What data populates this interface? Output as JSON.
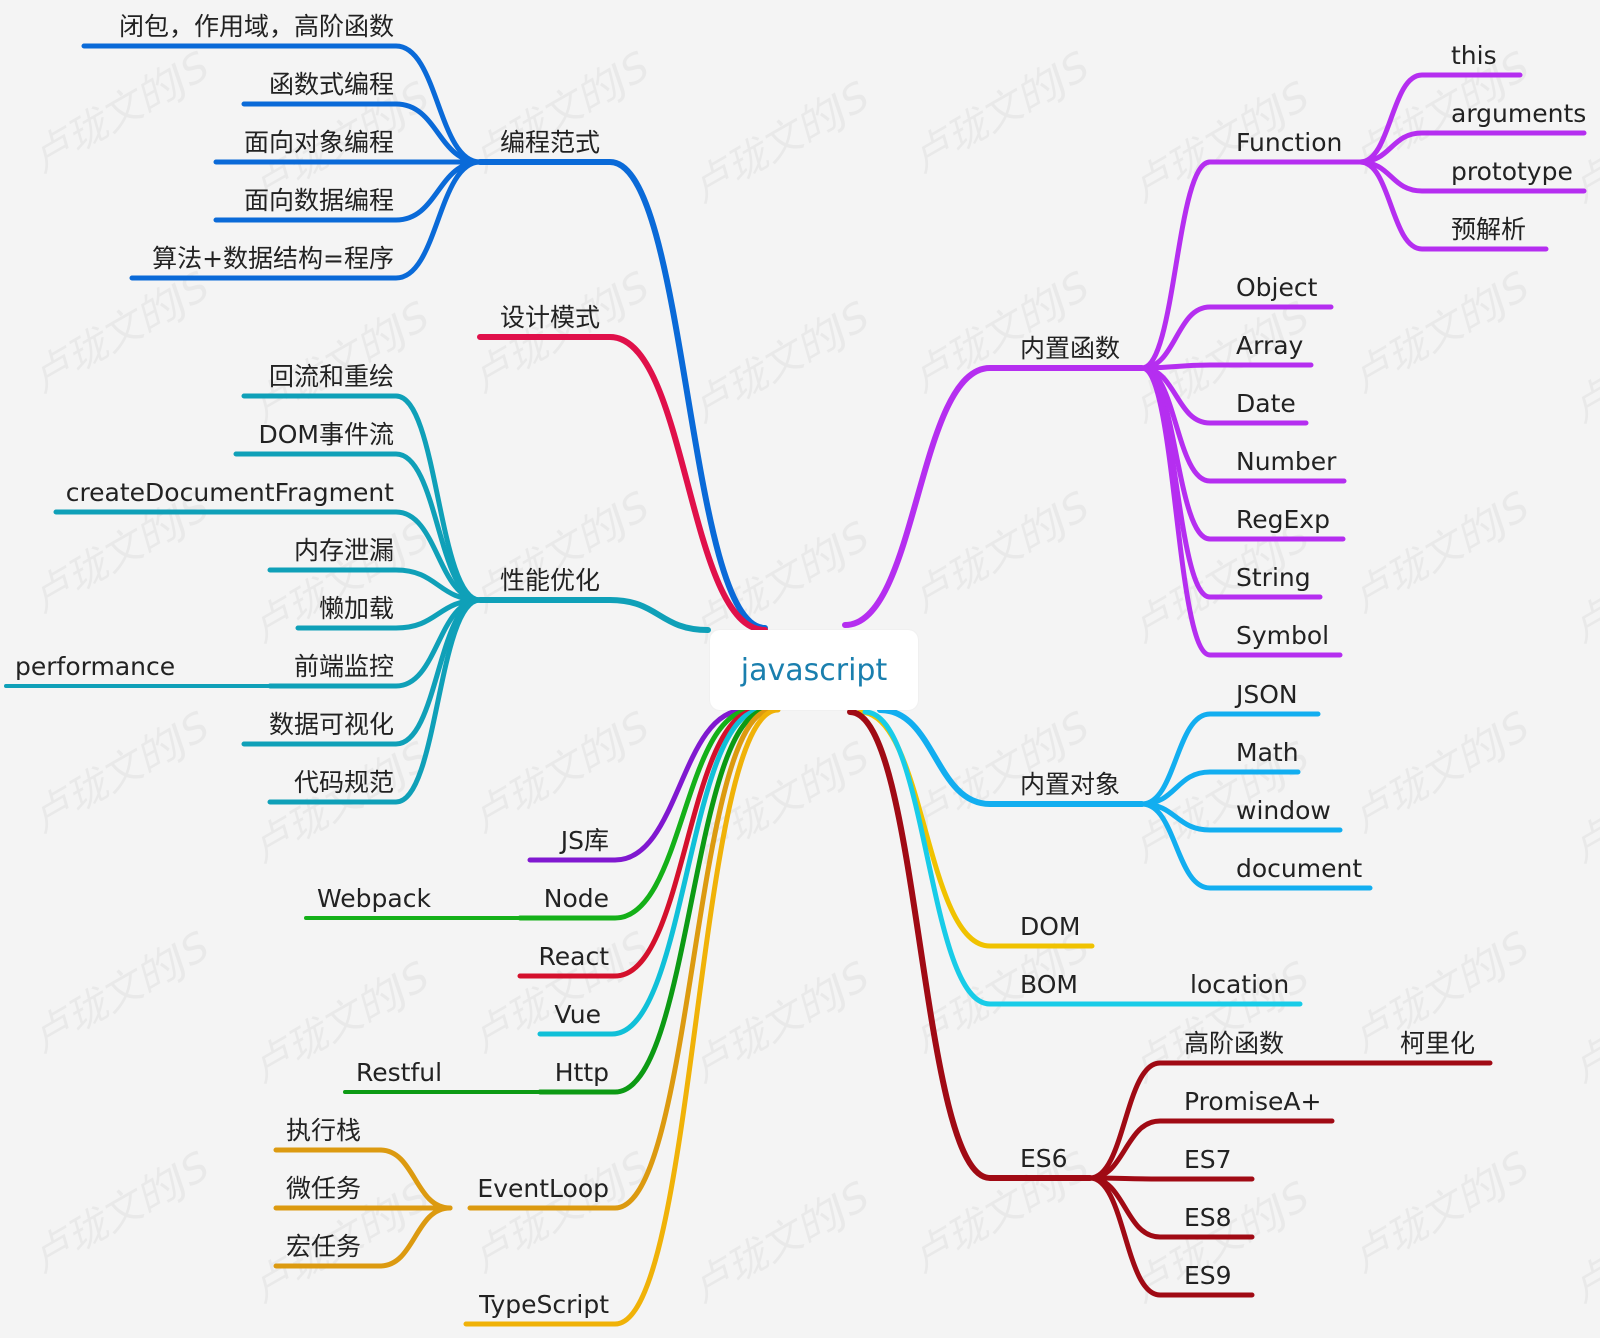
{
  "watermark": "卢珑文的JS",
  "root": {
    "label": "javascript"
  },
  "colors": {
    "bc": "#0a6ad8",
    "design": "#e0104a",
    "perf": "#0fa0b8",
    "builtinFn": "#b52ef0",
    "builtinObj": "#12aef0",
    "dom": "#f0c200",
    "bom": "#18cce8",
    "es6": "#a00a14",
    "jslib": "#8018d0",
    "node": "#14b018",
    "react": "#d4102c",
    "vue": "#10c0d8",
    "http": "#0c9a14",
    "eventloop": "#dc9a10",
    "ts": "#f0b208"
  },
  "left": {
    "programming": {
      "label": "编程范式",
      "children": [
        "闭包，作用域，高阶函数",
        "函数式编程",
        "面向对象编程",
        "面向数据编程",
        "算法+数据结构=程序"
      ]
    },
    "design": {
      "label": "设计模式"
    },
    "performance": {
      "label": "性能优化",
      "children": [
        "回流和重绘",
        "DOM事件流",
        "createDocumentFragment",
        "内存泄漏",
        "懒加载",
        "前端监控",
        "数据可视化",
        "代码规范"
      ],
      "monitor_child": "performance"
    },
    "jslib": {
      "label": "JS库"
    },
    "node": {
      "label": "Node",
      "child": "Webpack"
    },
    "react": {
      "label": "React"
    },
    "vue": {
      "label": "Vue"
    },
    "http": {
      "label": "Http",
      "child": "Restful"
    },
    "eventloop": {
      "label": "EventLoop",
      "children": [
        "执行栈",
        "微任务",
        "宏任务"
      ]
    },
    "typescript": {
      "label": "TypeScript"
    }
  },
  "right": {
    "builtin_functions": {
      "label": "内置函数",
      "function": {
        "label": "Function",
        "children": [
          "this",
          "arguments",
          "prototype",
          "预解析"
        ]
      },
      "children": [
        "Object",
        "Array",
        "Date",
        "Number",
        "RegExp",
        "String",
        "Symbol"
      ]
    },
    "builtin_objects": {
      "label": "内置对象",
      "children": [
        "JSON",
        "Math",
        "window",
        "document"
      ]
    },
    "dom": {
      "label": "DOM"
    },
    "bom": {
      "label": "BOM",
      "child": "location"
    },
    "es6": {
      "label": "ES6",
      "higher_order": {
        "label": "高阶函数",
        "child": "柯里化"
      },
      "children": [
        "PromiseA+",
        "ES7",
        "ES8",
        "ES9"
      ]
    }
  }
}
